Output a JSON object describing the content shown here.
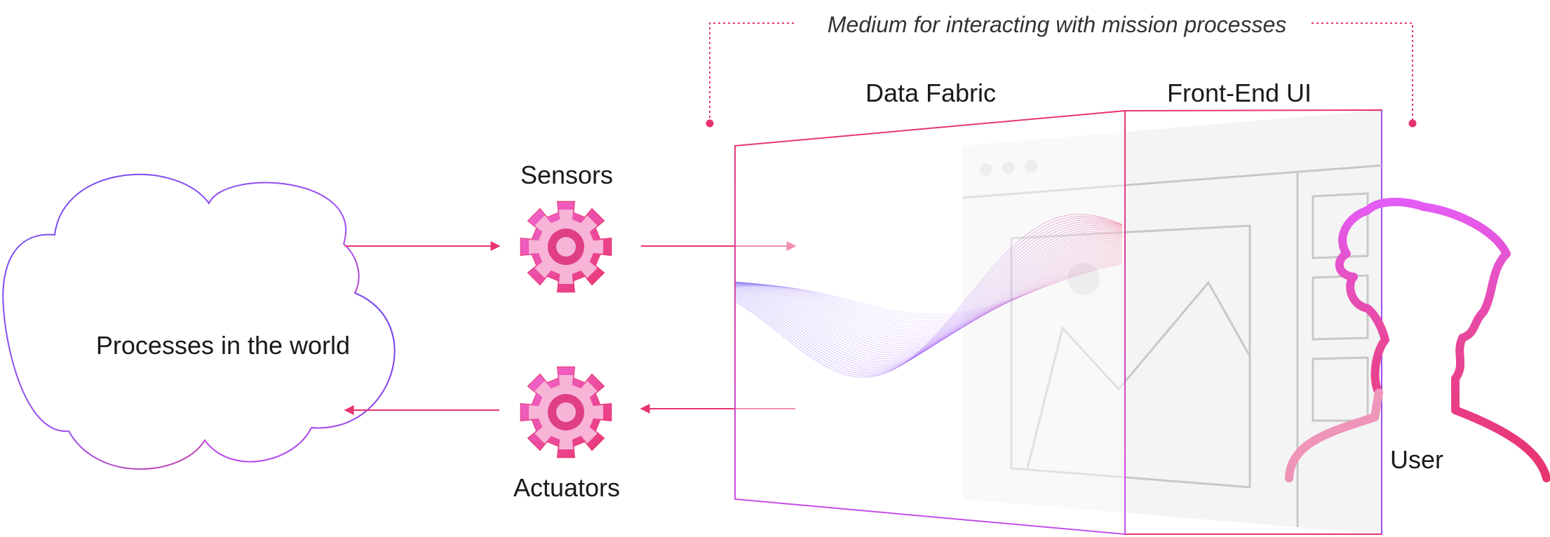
{
  "caption": "Medium for interacting with mission processes",
  "layers": {
    "data_fabric": "Data Fabric",
    "front_end_ui": "Front-End UI"
  },
  "cloud": {
    "label": "Processes in the world"
  },
  "sensors": {
    "label": "Sensors"
  },
  "actuators": {
    "label": "Actuators"
  },
  "user": {
    "label": "User"
  },
  "colors": {
    "accent": "#e8336f",
    "gear_dark": "#e03f86",
    "gear_light": "#f7b4d6",
    "purple": "#6c4cf0",
    "violet": "#c54ff0",
    "ui_grey": "#c8c8c8"
  },
  "icons": {
    "gear": "gear-icon",
    "browser_dots": "browser-dots-icon",
    "user_silhouette": "user-silhouette-icon"
  }
}
